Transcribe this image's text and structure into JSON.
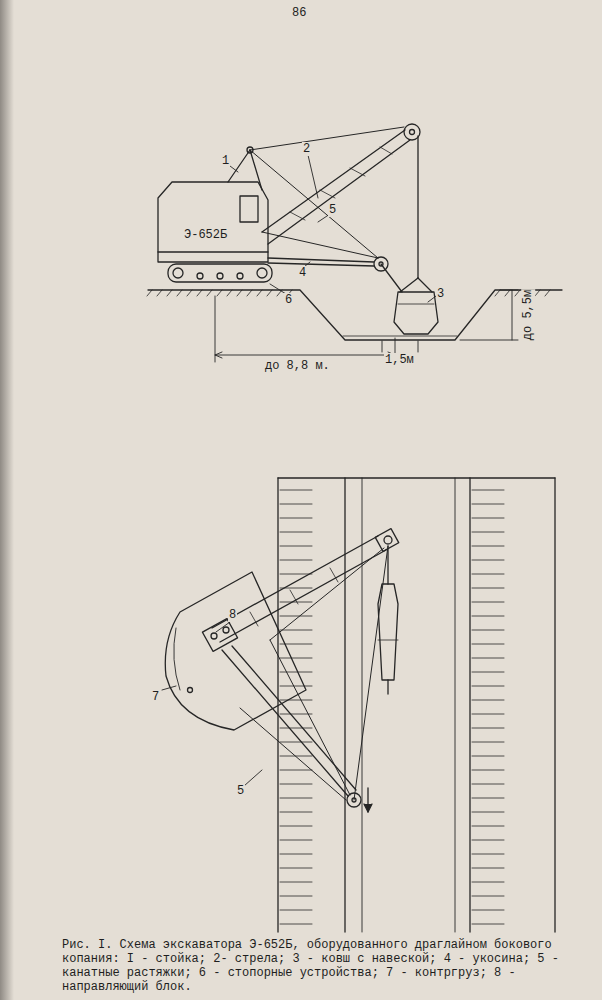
{
  "diagram": {
    "caption": "Рис. I. Схема экскаватора Э-652Б, оборудованного драглайном бокового копания: I - стойка; 2- стрела; 3 - ковш с навеской; 4 - укосина; 5 - канатные растяжки; 6 - стопорные устройства; 7 - контргруз; 8 - направляющий блок.",
    "labels": [
      "86",
      "Э-652Б",
      "1",
      "2",
      "5",
      "4",
      "6",
      "3",
      "до 5,5м",
      "до 8,8 м.",
      "1,5м",
      "7",
      "8",
      "5"
    ]
  }
}
